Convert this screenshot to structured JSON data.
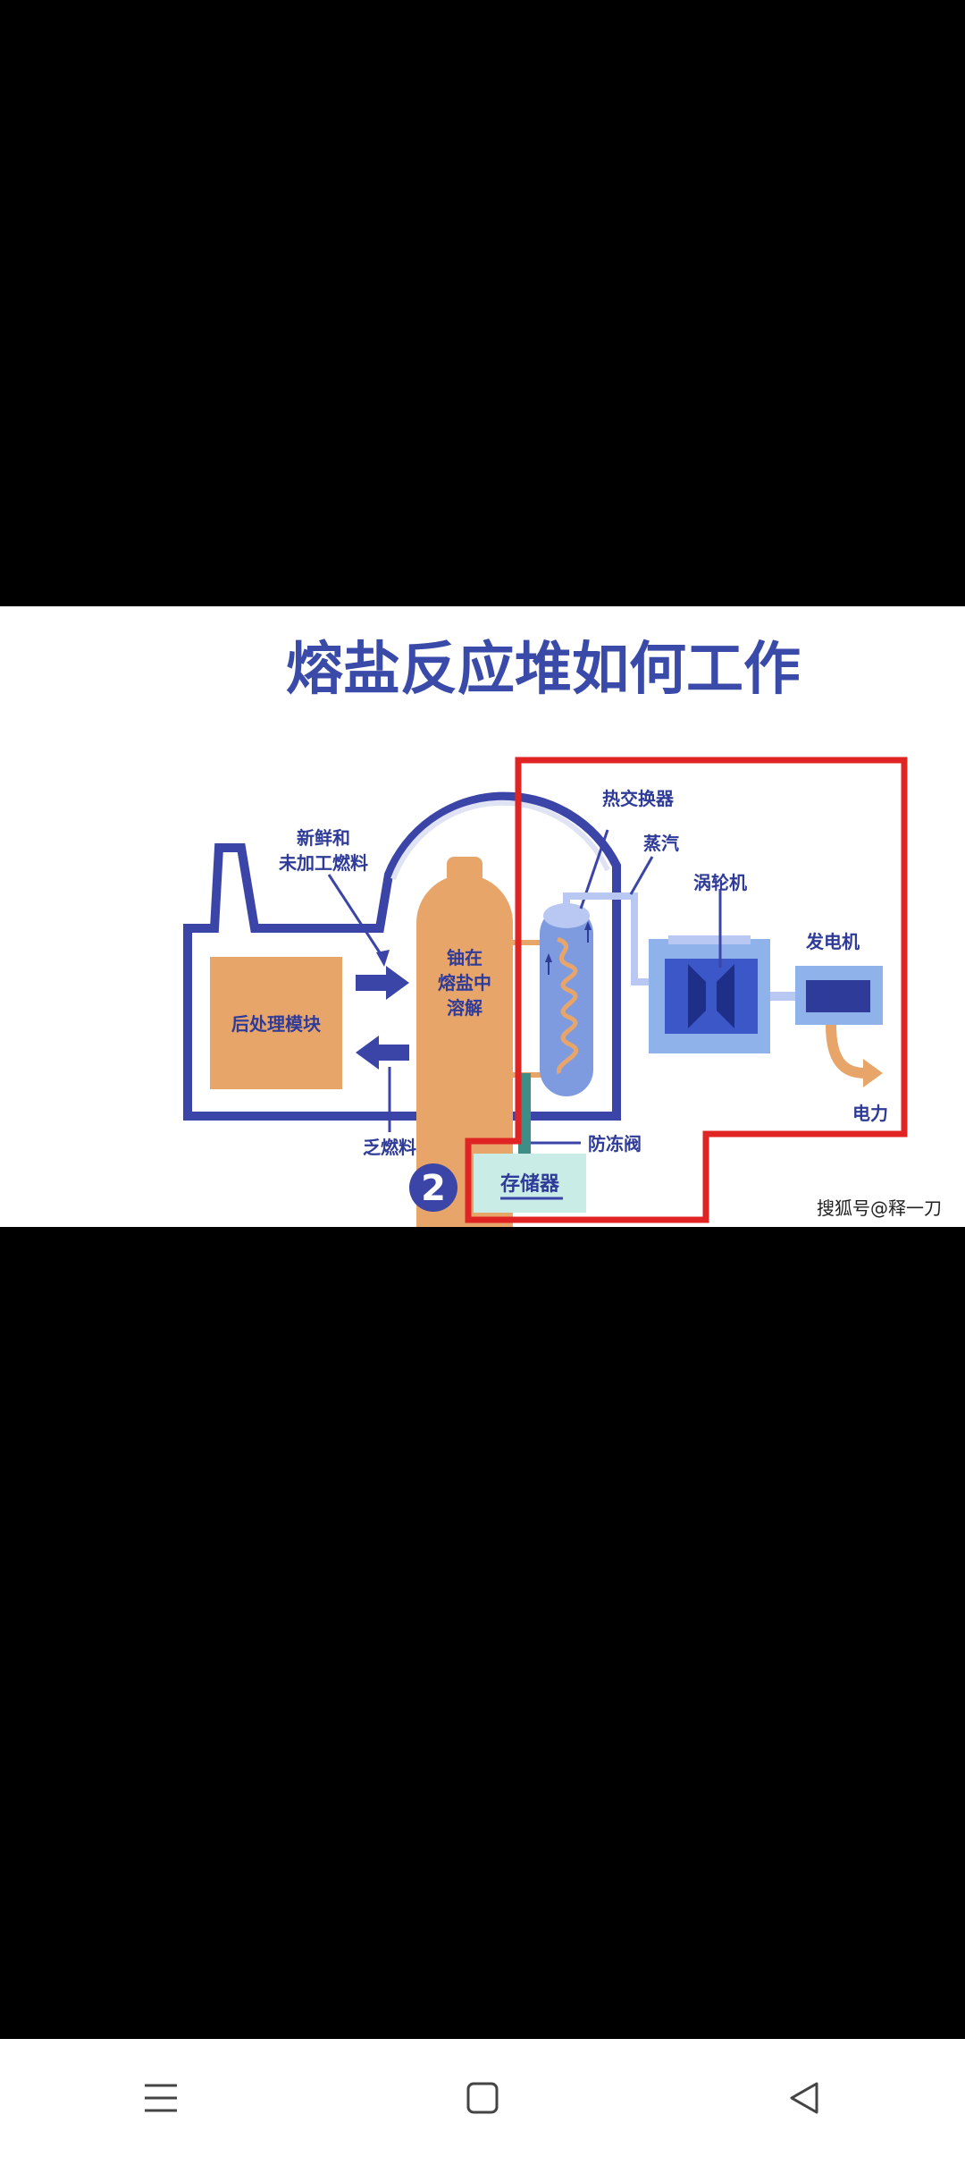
{
  "diagram": {
    "title": "熔盐反应堆如何工作",
    "labels": {
      "fresh_fuel_line1": "新鲜和",
      "fresh_fuel_line2": "未加工燃料",
      "reprocessing_module": "后处理模块",
      "core_line1": "铀在",
      "core_line2": "熔盐中",
      "core_line3": "溶解",
      "heat_exchanger": "热交换器",
      "steam": "蒸汽",
      "turbine": "涡轮机",
      "generator": "发电机",
      "electricity": "电力",
      "spent_fuel": "乏燃料",
      "freeze_valve": "防冻阀",
      "storage": "存储器",
      "step_number": "2"
    },
    "watermark": "搜狐号@释一刀",
    "colors": {
      "title": "#3a4aa8",
      "outline": "#3b45a8",
      "core_fill": "#e8a56a",
      "reprocess_fill": "#e8a56a",
      "highlight_frame": "#e02424",
      "exchanger_fill": "#7f9be0",
      "turbine_fill": "#8fb2ea",
      "storage_fill": "#c9ece6"
    }
  },
  "navbar": {
    "menu_icon": "menu-icon",
    "home_icon": "home-icon",
    "back_icon": "back-icon"
  }
}
